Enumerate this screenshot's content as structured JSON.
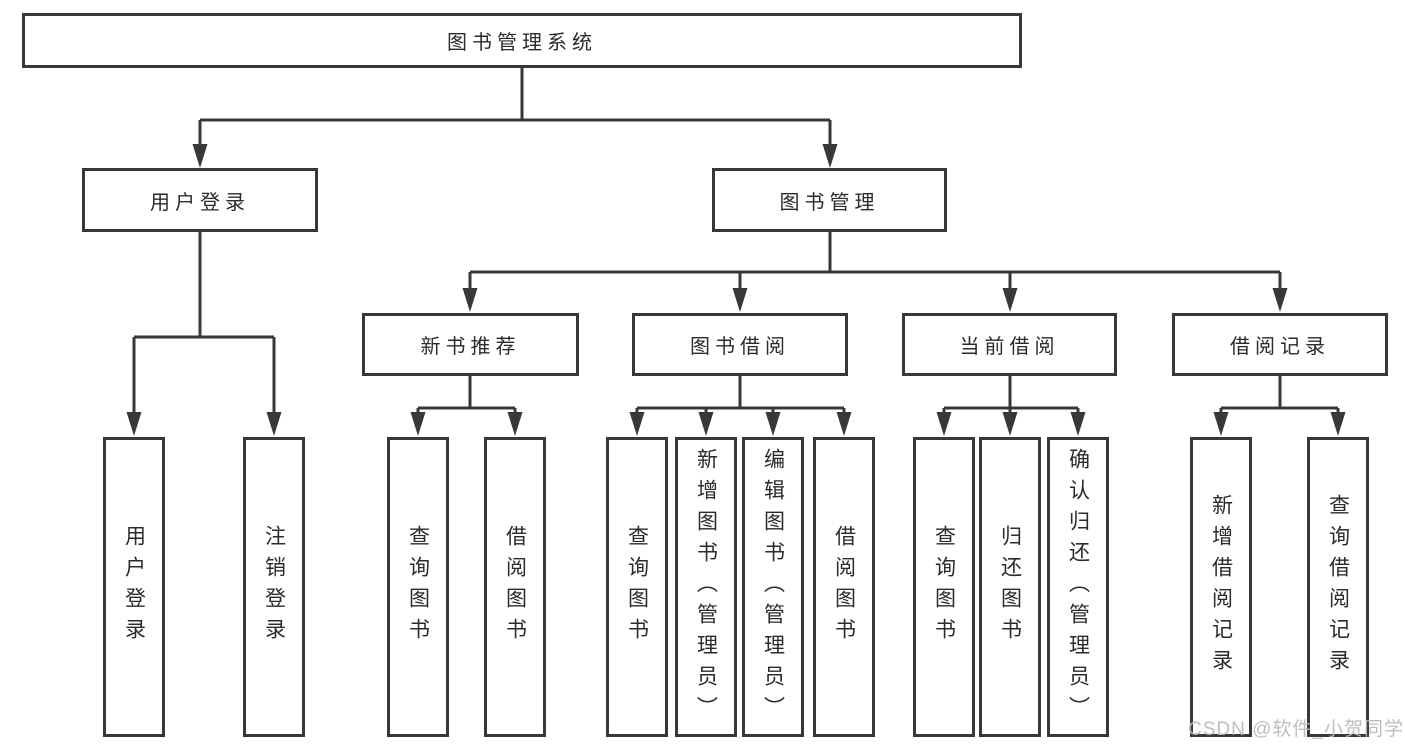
{
  "colors": {
    "line": "#383838",
    "text": "#2b2b2b",
    "watermark": "#b9b9b9",
    "box_fill": "#ffffff"
  },
  "diagram": {
    "root": "图书管理系统",
    "branches": {
      "user_login": "用户登录",
      "book_management": "图书管理"
    },
    "modules": {
      "new_book_recommend": "新书推荐",
      "book_borrow": "图书借阅",
      "current_borrow": "当前借阅",
      "borrow_records": "借阅记录"
    },
    "leaves": {
      "user_login": [
        "用户登录",
        "注销登录"
      ],
      "new_book_recommend": [
        "查询图书",
        "借阅图书"
      ],
      "book_borrow": [
        "查询图书",
        "新增图书（管理员）",
        "编辑图书（管理员）",
        "借阅图书"
      ],
      "current_borrow": [
        "查询图书",
        "归还图书",
        "确认归还（管理员）"
      ],
      "borrow_records": [
        "新增借阅记录",
        "查询借阅记录"
      ]
    }
  },
  "watermark": "CSDN @软件_小贺同学"
}
